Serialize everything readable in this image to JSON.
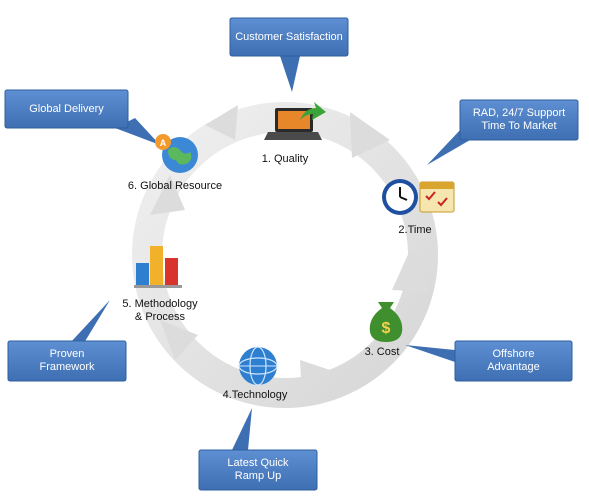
{
  "callouts": {
    "customer_satisfaction": "Customer Satisfaction",
    "global_delivery": "Global Delivery",
    "rad_support": "RAD, 24/7 Support\nTime To Market",
    "offshore_advantage": "Offshore\nAdvantage",
    "proven_framework": "Proven\nFramework",
    "latest_quick_ramp_up": "Latest Quick\nRamp Up"
  },
  "steps": {
    "quality": "1. Quality",
    "time": "2.Time",
    "cost": "3. Cost",
    "technology": "4.Technology",
    "methodology": "5. Methodology\n& Process",
    "global_resource": "6. Global Resource"
  },
  "icons": {
    "quality": "laptop-arrow-icon",
    "time": "clock-calendar-icon",
    "cost": "money-bag-icon",
    "technology": "globe-network-icon",
    "methodology": "bar-chart-icon",
    "global_resource": "globe-pin-icon"
  },
  "colors": {
    "callout_fill": "#4a7cc0",
    "callout_border": "#2f5f9f",
    "cycle_arrow": "#e6e6e6"
  }
}
